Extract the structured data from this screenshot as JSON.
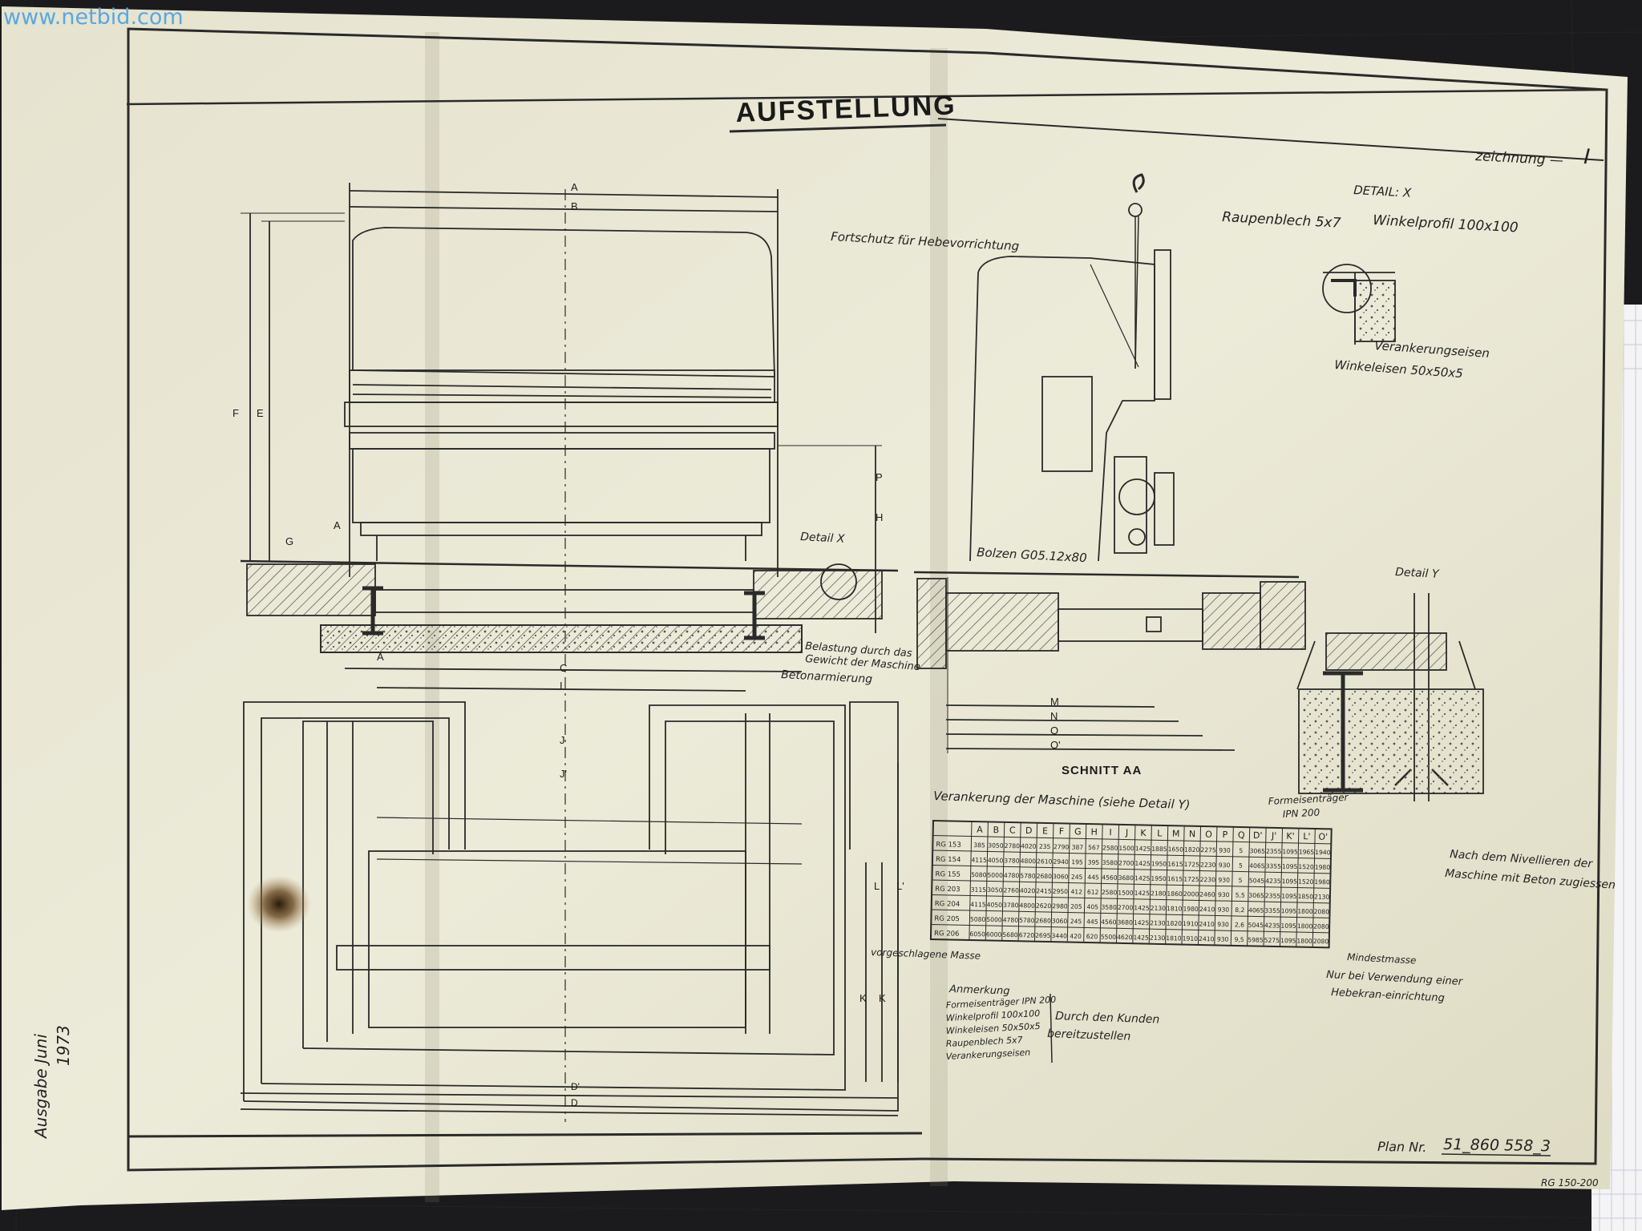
{
  "watermark": "www.netbid.com",
  "drawing": {
    "title": "AUFSTELLUNG",
    "sheet_label": "zeichnung —",
    "sheet_number": "I",
    "plan_label": "Plan Nr.",
    "plan_number": "51_860 558_3",
    "corner_code": "RG 150-200",
    "margin_note": "Ausgabe Juni",
    "margin_year": "1973"
  },
  "labels": {
    "lifting_device": "Fortschutz für Hebevorrichtung",
    "detail_x_title": "DETAIL: X",
    "raupenblech": "Raupenblech 5x7",
    "winkelprofil": "Winkelprofil 100x100",
    "verankerungseisen": "Verankerungseisen",
    "winkeleisen": "Winkeleisen 50x50x5",
    "detail_x_ref": "Detail X",
    "bolzen": "Bolzen G05.12x80",
    "detail_y": "Detail Y",
    "belastung_1": "Belastung durch das",
    "belastung_2": "Gewicht der Maschine",
    "betonarmierung": "Betonarmierung",
    "schnitt": "SCHNITT AA",
    "verankerung": "Verankerung der Maschine (siehe Detail Y)",
    "formeisentraeger_1": "Formeisenträger",
    "formeisentraeger_2": "IPN 200",
    "nivellieren_1": "Nach dem Nivellieren der",
    "nivellieren_2": "Maschine mit Beton zugiessen",
    "vorgeschlagene": "vorgeschlagene Masse",
    "mindestmasse": "Mindestmasse",
    "nur_bei_1": "Nur bei Verwendung einer",
    "nur_bei_2": "Hebekran-einrichtung",
    "d_ref": "D",
    "dprime_ref": "D'"
  },
  "dimension_letters": [
    "A",
    "B",
    "C",
    "I",
    "J",
    "J'",
    "E",
    "F",
    "G",
    "H",
    "P",
    "A",
    "A",
    "K",
    "K",
    "L",
    "L'",
    "M",
    "N",
    "O",
    "O'"
  ],
  "remarks": {
    "heading": "Anmerkung",
    "items": [
      "Formeisenträger IPN 200",
      "Winkelprofil 100x100",
      "Winkeleisen 50x50x5",
      "Raupenblech 5x7",
      "Verankerungseisen"
    ],
    "note_1": "Durch den Kunden",
    "note_2": "bereitzustellen"
  },
  "table": {
    "headers": [
      "",
      "A",
      "B",
      "C",
      "D",
      "E",
      "F",
      "G",
      "H",
      "I",
      "J",
      "K",
      "L",
      "M",
      "N",
      "O",
      "P",
      "Q",
      "D'",
      "J'",
      "K'",
      "L'",
      "O'"
    ],
    "rows": [
      [
        "RG 153",
        "385",
        "3050",
        "2780",
        "4020",
        "235",
        "2790",
        "387",
        "567",
        "2580",
        "1500",
        "1425",
        "1885",
        "1650",
        "1820",
        "2275",
        "930",
        "5",
        "3065",
        "2355",
        "1095",
        "1965",
        "1940"
      ],
      [
        "RG 154",
        "4115",
        "4050",
        "3780",
        "4800",
        "2610",
        "2940",
        "195",
        "395",
        "3580",
        "2700",
        "1425",
        "1950",
        "1615",
        "1725",
        "2230",
        "930",
        "5",
        "4065",
        "3355",
        "1095",
        "1520",
        "1980"
      ],
      [
        "RG 155",
        "5080",
        "5000",
        "4780",
        "5780",
        "2680",
        "3060",
        "245",
        "445",
        "4560",
        "3680",
        "1425",
        "1950",
        "1615",
        "1725",
        "2230",
        "930",
        "5",
        "5045",
        "4235",
        "1095",
        "1520",
        "1980"
      ],
      [
        "RG 203",
        "3115",
        "3050",
        "2760",
        "4020",
        "2415",
        "2950",
        "412",
        "612",
        "2580",
        "1500",
        "1425",
        "2180",
        "1860",
        "2000",
        "2460",
        "930",
        "5,5",
        "3065",
        "2355",
        "1095",
        "1850",
        "2130"
      ],
      [
        "RG 204",
        "4115",
        "4050",
        "3780",
        "4800",
        "2620",
        "2980",
        "205",
        "405",
        "3580",
        "2700",
        "1425",
        "2130",
        "1810",
        "1980",
        "2410",
        "930",
        "8,2",
        "4065",
        "3355",
        "1095",
        "1800",
        "2080"
      ],
      [
        "RG 205",
        "5080",
        "5000",
        "4780",
        "5780",
        "2680",
        "3060",
        "245",
        "445",
        "4560",
        "3680",
        "1425",
        "2130",
        "1820",
        "1910",
        "2410",
        "930",
        "2,6",
        "5045",
        "4235",
        "1095",
        "1800",
        "2080"
      ],
      [
        "RG 206",
        "6050",
        "6000",
        "5680",
        "6720",
        "2695",
        "3440",
        "420",
        "620",
        "5500",
        "4620",
        "1425",
        "2130",
        "1810",
        "1910",
        "2410",
        "930",
        "9,5",
        "5985",
        "5275",
        "1095",
        "1800",
        "2080"
      ]
    ]
  }
}
